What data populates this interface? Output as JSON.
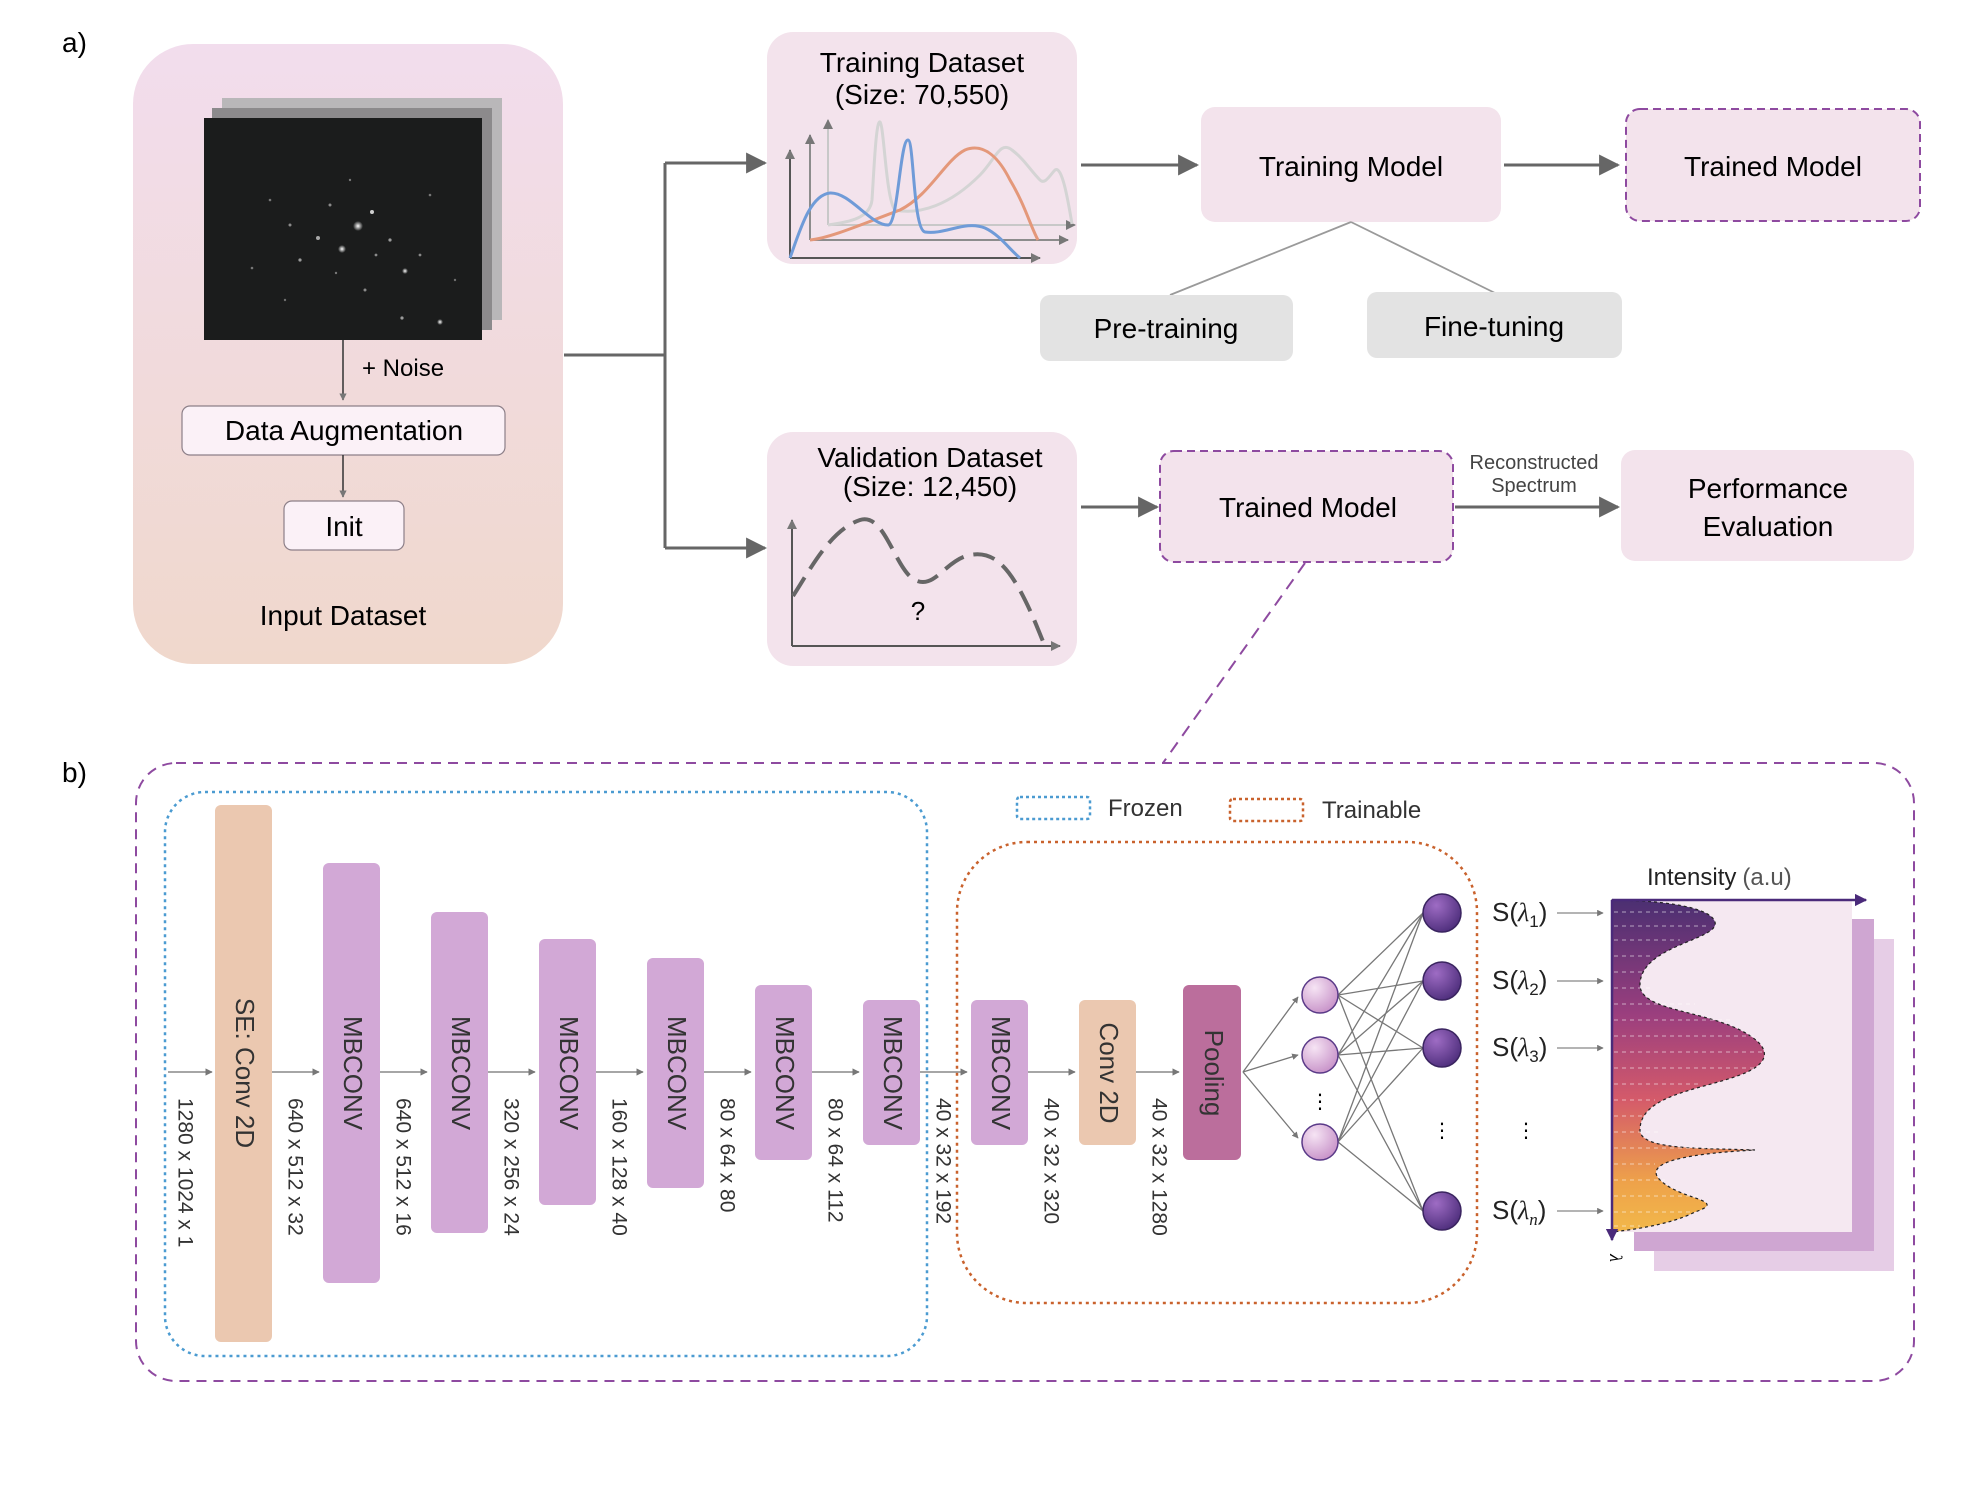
{
  "panel_a": {
    "label": "a)",
    "input_dataset": {
      "title": "Input Dataset",
      "noise_label": "+ Noise",
      "data_augmentation": "Data Augmentation",
      "init": "Init"
    },
    "training_dataset": {
      "line1": "Training Dataset",
      "line2": "(Size: 70,550)"
    },
    "validation_dataset": {
      "line1": "Validation Dataset",
      "line2": "(Size: 12,450)",
      "question": "?"
    },
    "training_model": "Training Model",
    "trained_model_top": "Trained Model",
    "pre_training": "Pre-training",
    "fine_tuning": "Fine-tuning",
    "trained_model_bottom": "Trained Model",
    "reconstructed_line1": "Reconstructed",
    "reconstructed_line2": "Spectrum",
    "performance_line1": "Performance",
    "performance_line2": "Evaluation"
  },
  "panel_b": {
    "label": "b)",
    "legend": {
      "frozen": "Frozen",
      "trainable": "Trainable"
    },
    "blocks": [
      {
        "name": "se-conv2d-block",
        "label": "SE: Conv 2D"
      },
      {
        "name": "mbconv-block-1",
        "label": "MBCONV"
      },
      {
        "name": "mbconv-block-2",
        "label": "MBCONV"
      },
      {
        "name": "mbconv-block-3",
        "label": "MBCONV"
      },
      {
        "name": "mbconv-block-4",
        "label": "MBCONV"
      },
      {
        "name": "mbconv-block-5",
        "label": "MBCONV"
      },
      {
        "name": "mbconv-block-6",
        "label": "MBCONV"
      },
      {
        "name": "mbconv-block-7",
        "label": "MBCONV"
      },
      {
        "name": "conv2d-block",
        "label": "Conv 2D"
      },
      {
        "name": "pooling-block",
        "label": "Pooling"
      }
    ],
    "dims": [
      "1280 x 1024 x 1",
      "640 x 512 x 32",
      "640 x 512 x 16",
      "320 x 256 x 24",
      "160 x 128 x 40",
      "80 x 64 x 80",
      "80 x 64 x 112",
      "40 x 32 x 192",
      "40 x 32 x 320",
      "40 x 32 x 1280"
    ],
    "ellipsis": "⋮",
    "outputs": {
      "s1_base": "S(",
      "s1_sub": "1",
      "s2_sub": "2",
      "s3_sub": "3",
      "sn_sub": "n",
      "lambda": "λ",
      "close": ")"
    },
    "intensity_label": "Intensity",
    "intensity_unit": "(a.u)",
    "lambda_axis": "λ"
  },
  "colors": {
    "pink_box": "#f3e3ec",
    "purple_block": "#d2a8d6",
    "orange_block": "#ebc8b0",
    "pooling_block": "#bb6e9c",
    "frozen_border": "#4b9bd1",
    "trainable_border": "#c9622d",
    "dashed_purple": "#8e4aa0"
  }
}
